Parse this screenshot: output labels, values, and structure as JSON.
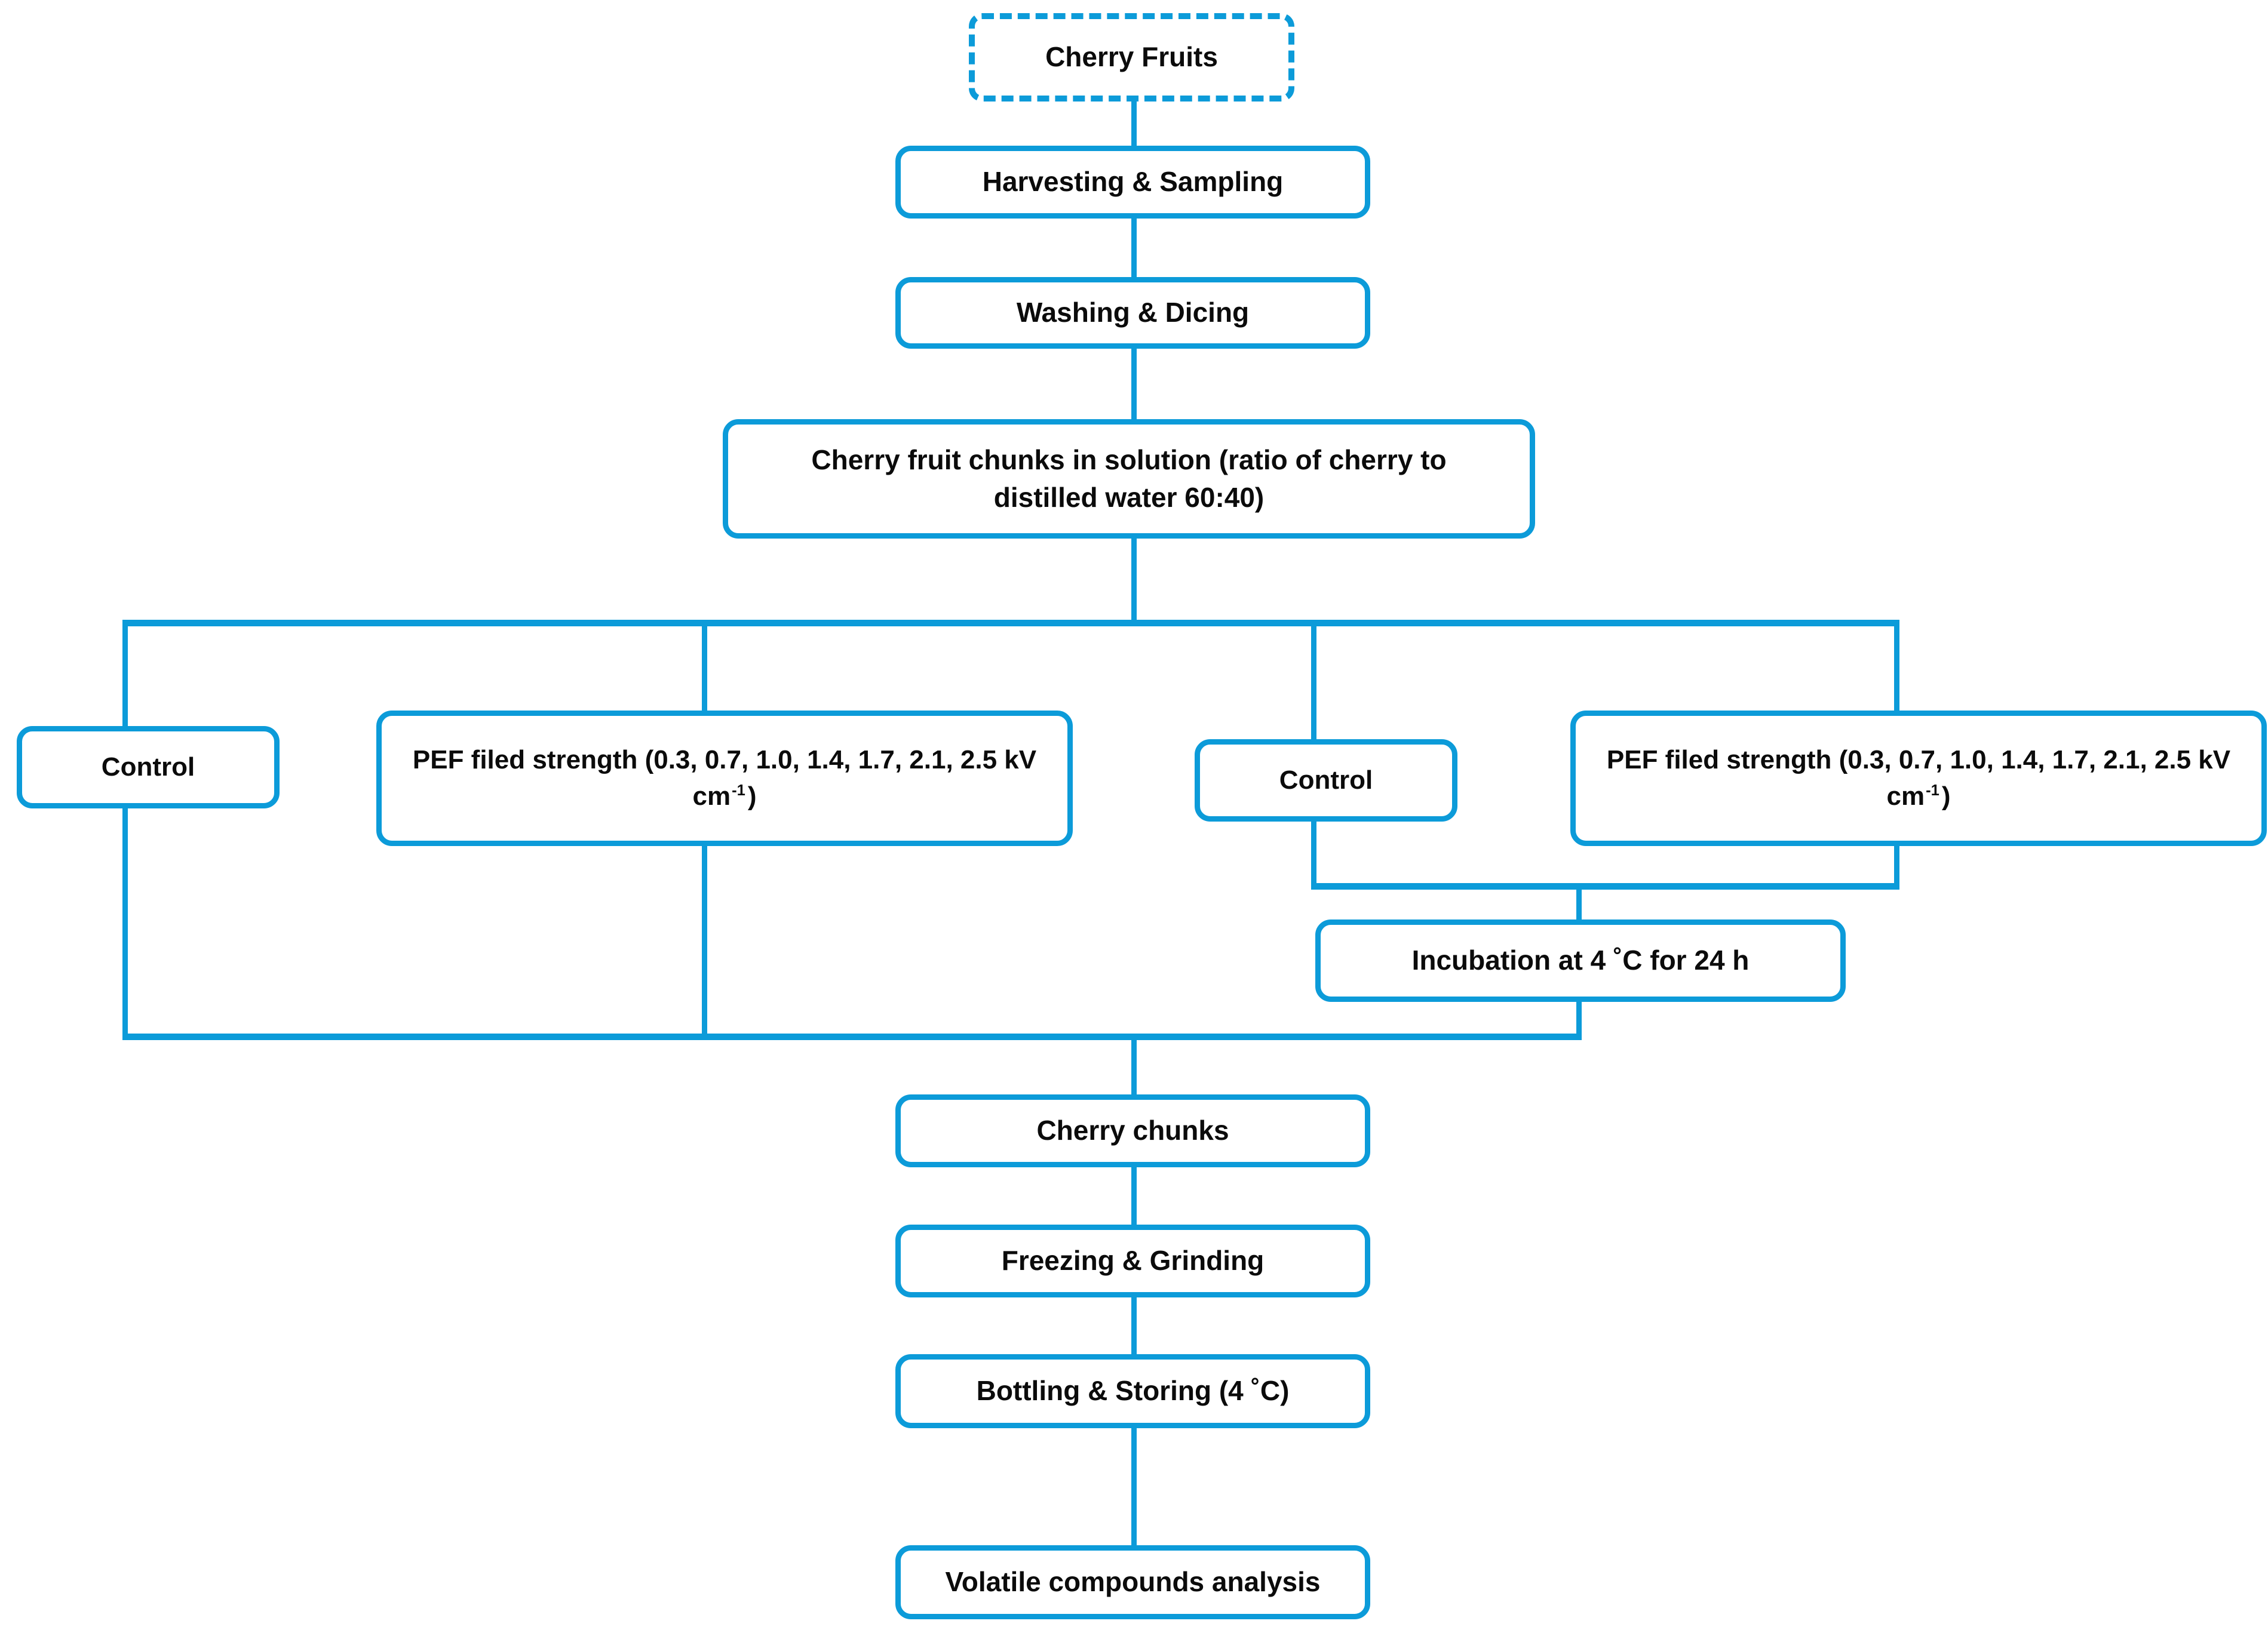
{
  "diagram": {
    "title": "Cherry fruit PEF processing experimental flow chart",
    "accent_color": "#0c9bd9",
    "text_color": "#0b0b0b",
    "background_color": "#ffffff",
    "nodes": {
      "cherry_fruits": "Cherry Fruits",
      "harvesting_sampling": "Harvesting & Sampling",
      "washing_dicing": "Washing & Dicing",
      "chunks_in_solution": "Cherry fruit chunks in solution (ratio of cherry to distilled water 60:40)",
      "control_left": "Control",
      "pef_left_main": "PEF filed strength (0.3, 0.7, 1.0, 1.4, 1.7, 2.1, 2.5 kV cm",
      "pef_left_sup": "-1",
      "pef_left_tail": ")",
      "control_right": "Control",
      "pef_right_main": "PEF filed strength (0.3, 0.7, 1.0, 1.4, 1.7, 2.1, 2.5 kV cm",
      "pef_right_sup": "-1",
      "pef_right_tail": ")",
      "incubation": "Incubation at 4 ˚C for 24 h",
      "cherry_chunks": "Cherry chunks",
      "freezing_grinding": "Freezing & Grinding",
      "bottling_storing": "Bottling & Storing (4 ˚C)",
      "volatile_analysis": "Volatile compounds analysis"
    },
    "flow_order": [
      "Cherry Fruits",
      "Harvesting & Sampling",
      "Washing & Dicing",
      "Cherry fruit chunks in solution (ratio of cherry to distilled water 60:40)",
      "Control / PEF filed strength (left branch)",
      "Control / PEF filed strength (right branch)",
      "Incubation at 4 ˚C for 24 h",
      "Cherry chunks",
      "Freezing & Grinding",
      "Bottling & Storing (4 ˚C)",
      "Volatile compounds analysis"
    ],
    "pef_field_strength_values": [
      "0.3",
      "0.7",
      "1.0",
      "1.4",
      "1.7",
      "2.1",
      "2.5"
    ],
    "pef_field_strength_unit": "kV cm-1",
    "cherry_to_water_ratio": "60:40",
    "incubation_temperature_c": 4,
    "incubation_time_h": 24,
    "storage_temperature_c": 4
  }
}
